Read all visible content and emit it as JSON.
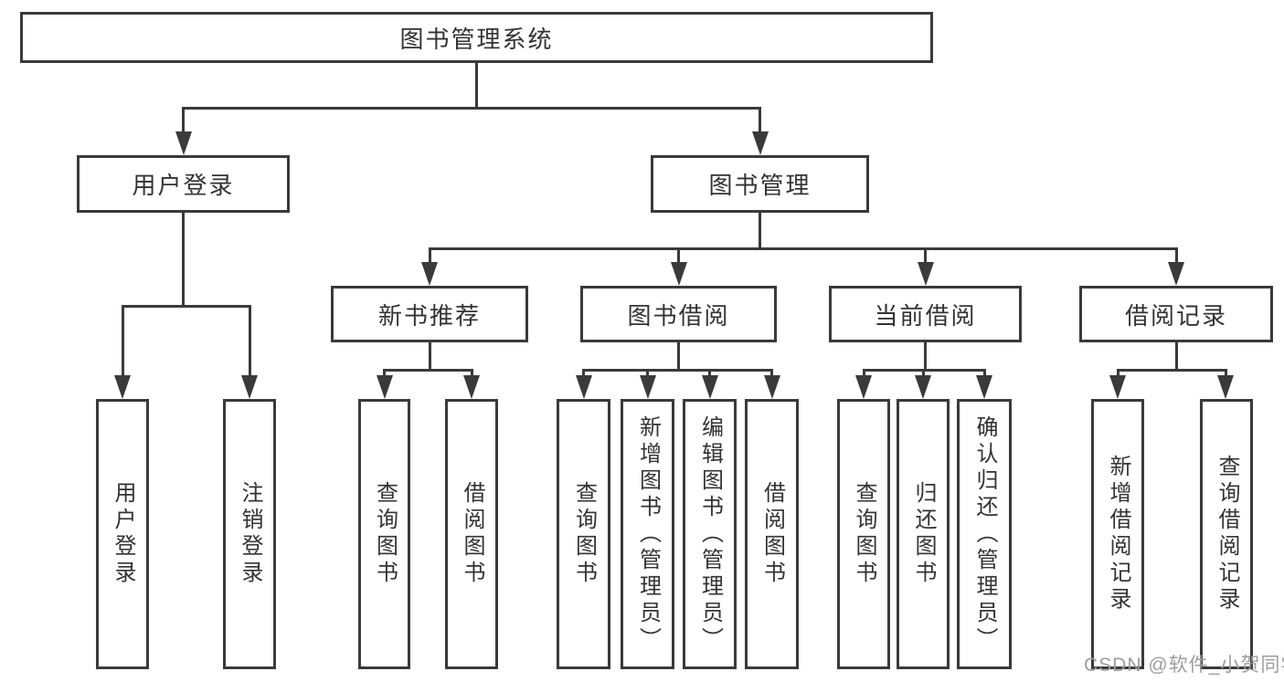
{
  "nodes": {
    "root": "图书管理系统",
    "user_login": "用户登录",
    "book_mgmt": "图书管理",
    "new_book_rec": "新书推荐",
    "book_borrow": "图书借阅",
    "current_borrow": "当前借阅",
    "borrow_records": "借阅记录",
    "leaf_user_login": "用户登录",
    "leaf_logout": "注销登录",
    "leaf_nr_query_books": "查询图书",
    "leaf_nr_borrow_books": "借阅图书",
    "leaf_bb_query_books": "查询图书",
    "leaf_bb_add_books": "新增图书（管理员）",
    "leaf_bb_edit_books": "编辑图书（管理员）",
    "leaf_bb_borrow_books": "借阅图书",
    "leaf_cb_query_books": "查询图书",
    "leaf_cb_return_books": "归还图书",
    "leaf_cb_confirm_return": "确认归还（管理员）",
    "leaf_br_add_record": "新增借阅记录",
    "leaf_br_query_record": "查询借阅记录"
  },
  "hierarchy": {
    "图书管理系统": {
      "用户登录": [
        "用户登录",
        "注销登录"
      ],
      "图书管理": {
        "新书推荐": [
          "查询图书",
          "借阅图书"
        ],
        "图书借阅": [
          "查询图书",
          "新增图书（管理员）",
          "编辑图书（管理员）",
          "借阅图书"
        ],
        "当前借阅": [
          "查询图书",
          "归还图书",
          "确认归还（管理员）"
        ],
        "借阅记录": [
          "新增借阅记录",
          "查询借阅记录"
        ]
      }
    }
  },
  "watermark": "CSDN @软件_小贺同学",
  "colors": {
    "line": "#3a3a3a",
    "text": "#333333",
    "background": "#ffffff",
    "watermark": "#9d9d9d"
  }
}
